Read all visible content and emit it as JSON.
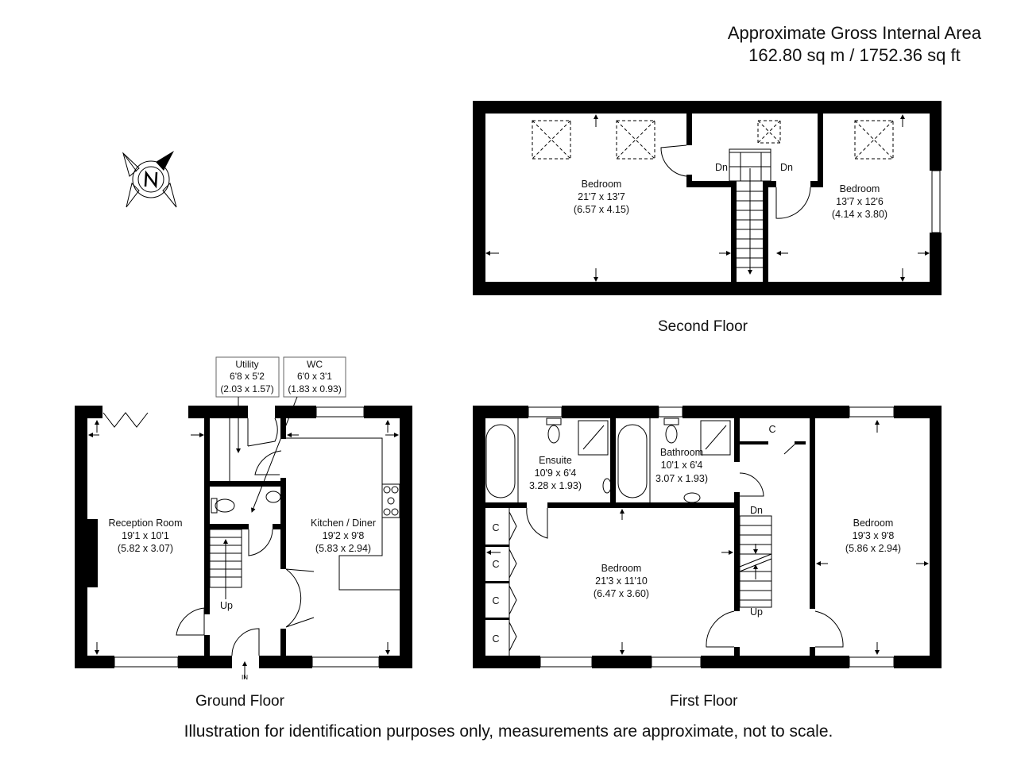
{
  "header": {
    "area_title": "Approximate Gross Internal Area",
    "area_value": "162.80 sq m / 1752.36 sq ft"
  },
  "compass": {
    "icon": "compass-north-icon",
    "label": "N"
  },
  "floors": {
    "second": {
      "label": "Second Floor",
      "rooms": [
        {
          "name": "Bedroom",
          "imperial": "21'7 x 13'7",
          "metric": "(6.57 x 4.15)"
        },
        {
          "name": "Bedroom",
          "imperial": "13'7 x 12'6",
          "metric": "(4.14 x 3.80)"
        }
      ],
      "stairs": {
        "left": "Dn",
        "right": "Dn"
      }
    },
    "ground": {
      "label": "Ground Floor",
      "rooms": [
        {
          "name": "Reception Room",
          "imperial": "19'1 x 10'1",
          "metric": "(5.82 x 3.07)"
        },
        {
          "name": "Kitchen / Diner",
          "imperial": "19'2 x 9'8",
          "metric": "(5.83 x 2.94)"
        },
        {
          "name": "Utility",
          "imperial": "6'8 x 5'2",
          "metric": "(2.03 x 1.57)"
        },
        {
          "name": "WC",
          "imperial": "6'0 x 3'1",
          "metric": "(1.83 x 0.93)"
        }
      ],
      "stairs": "Up",
      "entrance": "IN"
    },
    "first": {
      "label": "First Floor",
      "rooms": [
        {
          "name": "Ensuite",
          "imperial": "10'9 x 6'4",
          "metric": "3.28 x 1.93)"
        },
        {
          "name": "Bathroom",
          "imperial": "10'1 x 6'4",
          "metric": "3.07 x 1.93)"
        },
        {
          "name": "Bedroom",
          "imperial": "21'3 x 11'10",
          "metric": "(6.47 x 3.60)"
        },
        {
          "name": "Bedroom",
          "imperial": "19'3 x 9'8",
          "metric": "(5.86 x 2.94)"
        }
      ],
      "cupboards": [
        "C",
        "C",
        "C",
        "C",
        "C"
      ],
      "stairs": {
        "down": "Dn",
        "up": "Up"
      }
    }
  },
  "footer": {
    "disclaimer": "Illustration for identification purposes only, measurements are approximate, not to scale."
  }
}
